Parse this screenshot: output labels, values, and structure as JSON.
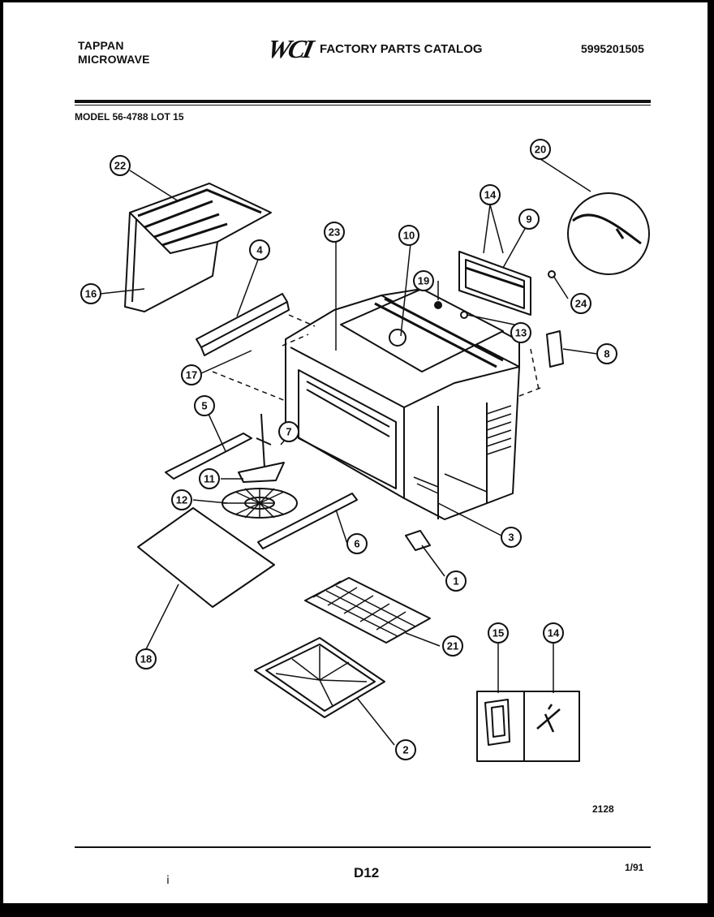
{
  "header": {
    "brand": "TAPPAN",
    "product": "MICROWAVE",
    "catalog_title": "FACTORY PARTS CATALOG",
    "catalog_number": "5995201505",
    "model": "MODEL 56-4788 LOT 15"
  },
  "callouts": [
    "22",
    "16",
    "4",
    "17",
    "5",
    "7",
    "11",
    "12",
    "18",
    "23",
    "10",
    "19",
    "14",
    "9",
    "20",
    "24",
    "13",
    "8",
    "3",
    "6",
    "1",
    "21",
    "2",
    "15",
    "14"
  ],
  "footer": {
    "illustration_number": "2128",
    "page_code": "D12",
    "date": "1/91"
  }
}
